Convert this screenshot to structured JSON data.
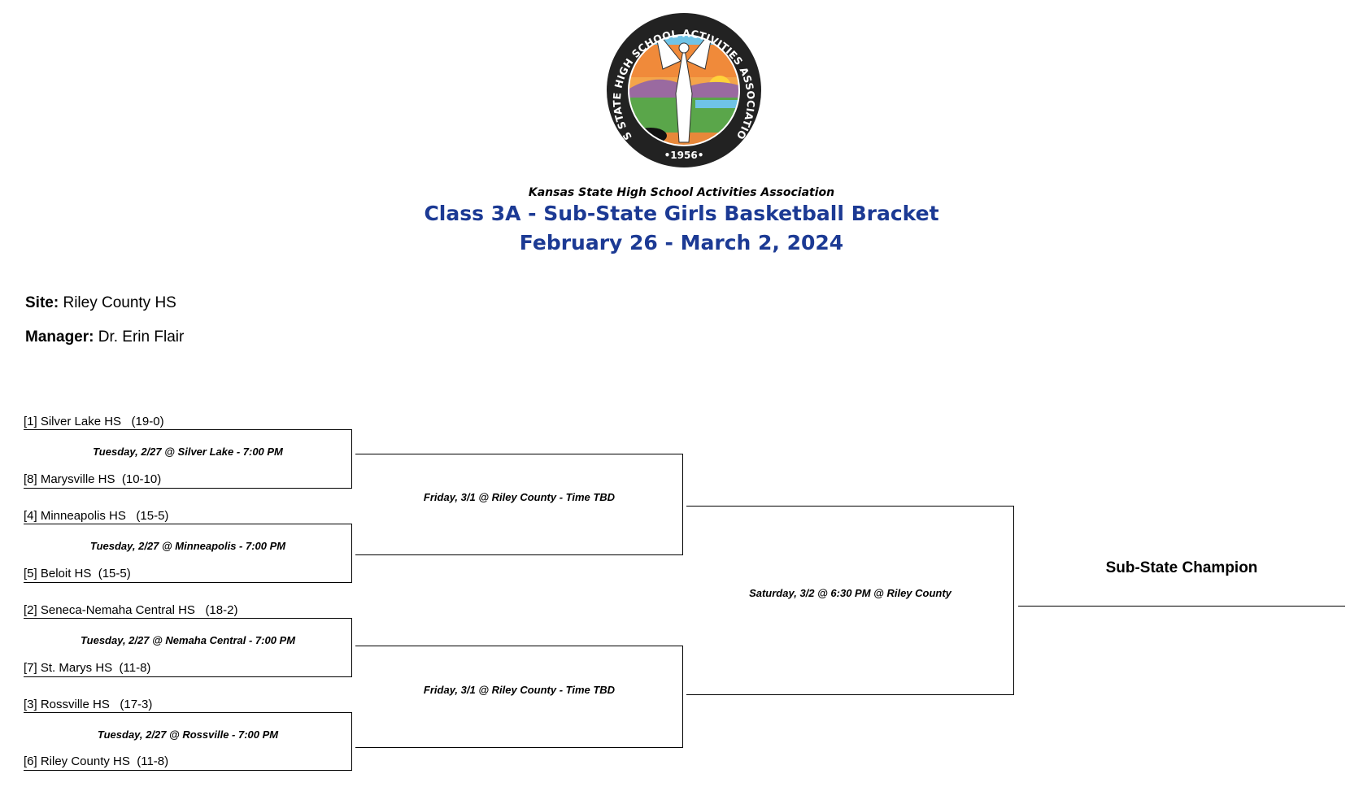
{
  "logo": {
    "ring_text": "KANSAS STATE HIGH SCHOOL ACTIVITIES ASSOCIATION, INC.",
    "year": "•1956•",
    "colors": {
      "ring": "#222222",
      "sky": "#f4a54a",
      "hills": "#9a6aa0",
      "field": "#5aa64a",
      "ground": "#e8883a",
      "water": "#6fc3e6"
    }
  },
  "header": {
    "org": "Kansas State High School Activities Association",
    "title": "Class 3A - Sub-State Girls Basketball Bracket",
    "dates": "February 26 - March 2, 2024",
    "accent": "#1c3a94"
  },
  "info": {
    "site_label": "Site:",
    "site_value": "Riley County HS",
    "manager_label": "Manager:",
    "manager_value": "Dr. Erin Flair"
  },
  "round1": [
    {
      "top": "[1] Silver Lake HS   (19-0)",
      "bottom": "[8] Marysville HS  (10-10)",
      "game": "Tuesday, 2/27 @ Silver Lake - 7:00 PM"
    },
    {
      "top": "[4] Minneapolis HS   (15-5)",
      "bottom": "[5] Beloit HS  (15-5)",
      "game": "Tuesday, 2/27 @ Minneapolis - 7:00 PM"
    },
    {
      "top": "[2] Seneca-Nemaha Central HS   (18-2)",
      "bottom": "[7] St. Marys HS  (11-8)",
      "game": "Tuesday, 2/27 @ Nemaha Central - 7:00 PM"
    },
    {
      "top": "[3] Rossville HS   (17-3)",
      "bottom": "[6] Riley County HS  (11-8)",
      "game": "Tuesday, 2/27 @ Rossville - 7:00 PM"
    }
  ],
  "round2": [
    {
      "game": "Friday, 3/1 @ Riley County - Time TBD"
    },
    {
      "game": "Friday, 3/1 @ Riley County - Time TBD"
    }
  ],
  "final": {
    "game": "Saturday, 3/2 @ 6:30 PM @ Riley County"
  },
  "champion": {
    "label": "Sub-State Champion"
  }
}
